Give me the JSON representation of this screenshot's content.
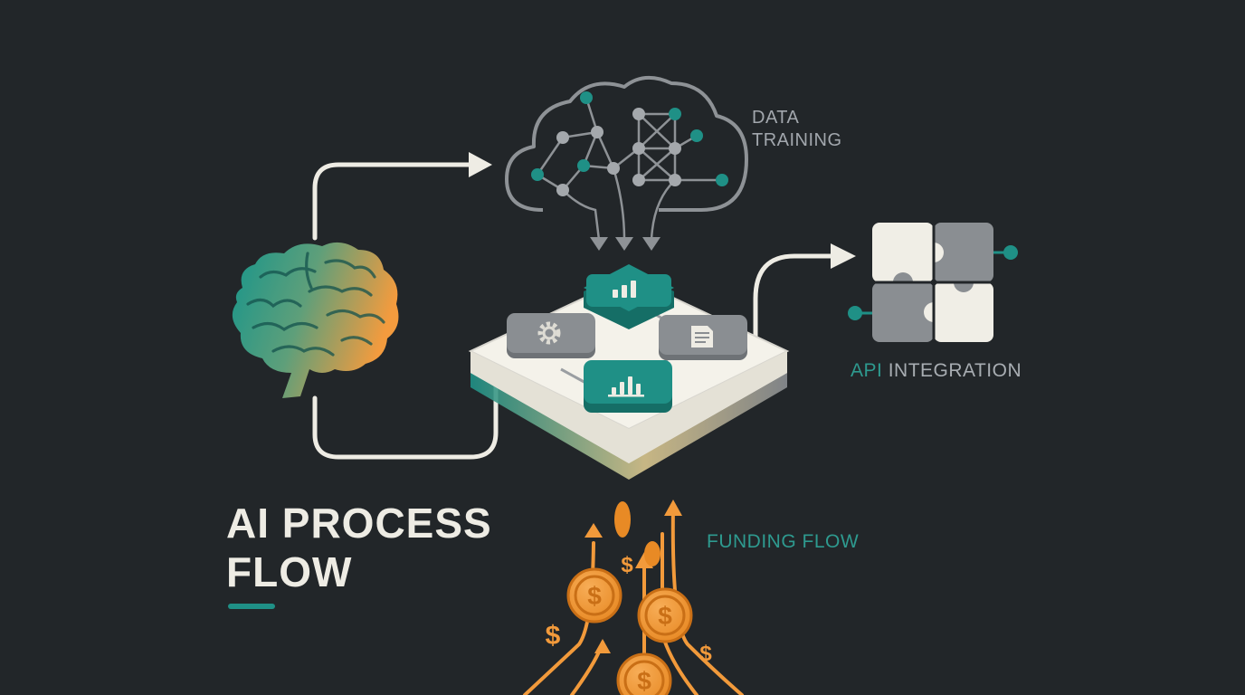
{
  "diagram": {
    "title_lines": [
      "AI PROCESS",
      "FLOW"
    ],
    "labels": {
      "data_training": [
        "DATA",
        "TRAINING"
      ],
      "api_integration": {
        "accent": "API",
        "rest": " INTEGRATION"
      },
      "funding_flow": "FUNDING FLOW"
    },
    "currency_symbol": "$",
    "colors": {
      "background": "#222629",
      "accent_teal": "#1f9086",
      "accent_orange": "#f29a3b",
      "neutral_grey": "#8a8e92",
      "off_white": "#eeece4"
    },
    "icons": {
      "brain": "brain-icon",
      "network": "neural-network-cloud-icon",
      "platform": "processing-platform-icon",
      "puzzle": "puzzle-icon",
      "coins": "coin-icon"
    }
  }
}
